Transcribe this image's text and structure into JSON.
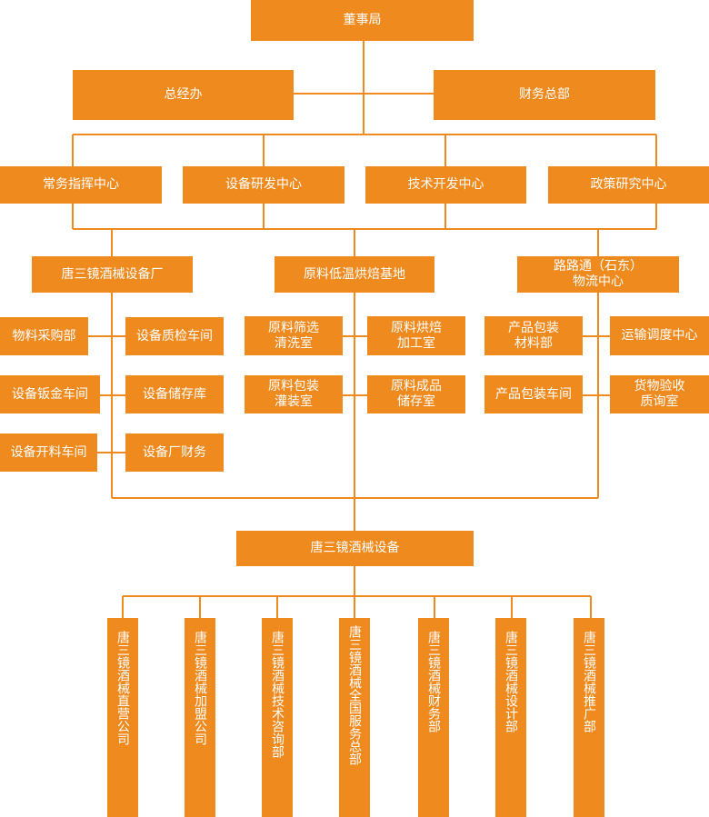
{
  "board": "董事局",
  "level1": {
    "left": "总经办",
    "right": "财务总部"
  },
  "centers": [
    "常务指挥中心",
    "设备研发中心",
    "技术开发中心",
    "政策研究中心"
  ],
  "bases": {
    "factory": "唐三镜酒械设备厂",
    "roast": "原料低温烘焙基地",
    "logistics": "路路通（石东）\n物流中心"
  },
  "factory_depts": [
    "物料采购部",
    "设备质检车间",
    "设备钣金车间",
    "设备储存库",
    "设备开料车间",
    "设备厂财务"
  ],
  "roast_depts": [
    "原料筛选\n清洗室",
    "原料烘焙\n加工室",
    "原料包装\n灌装室",
    "原料成品\n储存室"
  ],
  "logistics_depts": [
    "产品包装\n材料部",
    "运输调度中心",
    "产品包装车间",
    "货物验收\n质询室"
  ],
  "company": "唐三镜酒械设备",
  "subsidiaries": [
    "唐三镜酒械直营公司",
    "唐三镜酒械加盟公司",
    "唐三镜酒械技术咨询部",
    "唐三镜酒械全国服务总部",
    "唐三镜酒械财务部",
    "唐三镜酒械设计部",
    "唐三镜酒械推广部"
  ],
  "colors": {
    "box": "#ee8a1e",
    "line": "#ee8a1e",
    "text": "#ffffff"
  }
}
